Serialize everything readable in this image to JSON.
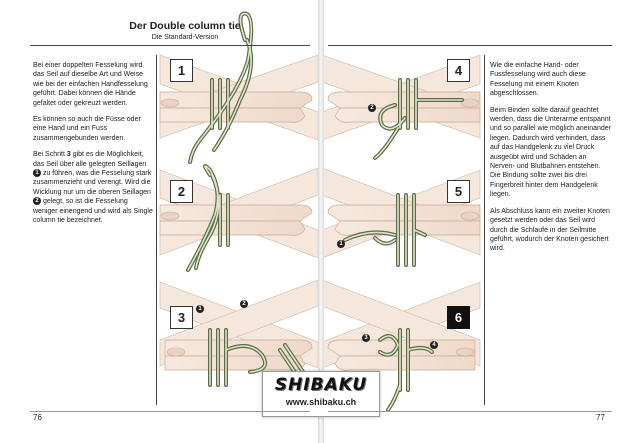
{
  "header": {
    "title": "Der Double column tie",
    "subtitle": "Die Standard-Version"
  },
  "left_column": {
    "p1": "Bei einer doppelten Fesselung wird das Seil auf dieselbe Art und Weise wie bei der einfachen Handfesselung geführt. Dabei können die Hände gefaltet oder gekreuzt werden.",
    "p2": "Es können so auch die Füsse oder eine Hand und ein Fuss zusammengebunden werden.",
    "p3a": "Bei Schritt ",
    "p3b": "3",
    "p3c": " gibt es die Möglichkeit, das Seil über alle gelegten Seillagen ",
    "p3d": " zu führen, was die Fesselung stark zusammenzieht und verengt. Wird die Wicklung nur um die oberen Seillagen ",
    "p3e": " gelegt, so ist die Fesselung weniger einengend und wird als Single column tie bezeichnet."
  },
  "right_column": {
    "p1": "Wie die einfache Hand- oder Fussfesselung wird auch diese Fesselung mit einem Knoten abgeschlossen.",
    "p2": "Beim Binden sollte darauf geachtet werden, dass die Unterarme entspannt und so parallel wie möglich aneinander liegen. Dadurch wird verhindert, dass auf das Handgelenk zu viel Druck ausgeübt wird und Schäden an Nerven- und Blutbahnen entstehen. Die Bindung sollte zwei bis drei Fingerbreit hinter dem Handgelenk liegen.",
    "p3": "Als Abschluss  kann ein zweiter Knoten gesetzt werden oder das Seil wird durch die Schlaufe in der Seilmitte geführt, wodurch der Knoten gesichert wird."
  },
  "steps": [
    "1",
    "2",
    "3",
    "4",
    "5",
    "6"
  ],
  "callouts": {
    "one": "1",
    "two": "2",
    "three": "3",
    "four": "4"
  },
  "logo": {
    "word": "SHIBAKU",
    "url": "www.shibaku.ch"
  },
  "page_numbers": {
    "left": "76",
    "right": "77"
  },
  "colors": {
    "skin": "#f3e2d6",
    "skin_outline": "#c9ab98",
    "rope_outer": "#5c6b43",
    "rope_inner": "#dfe6cf"
  }
}
